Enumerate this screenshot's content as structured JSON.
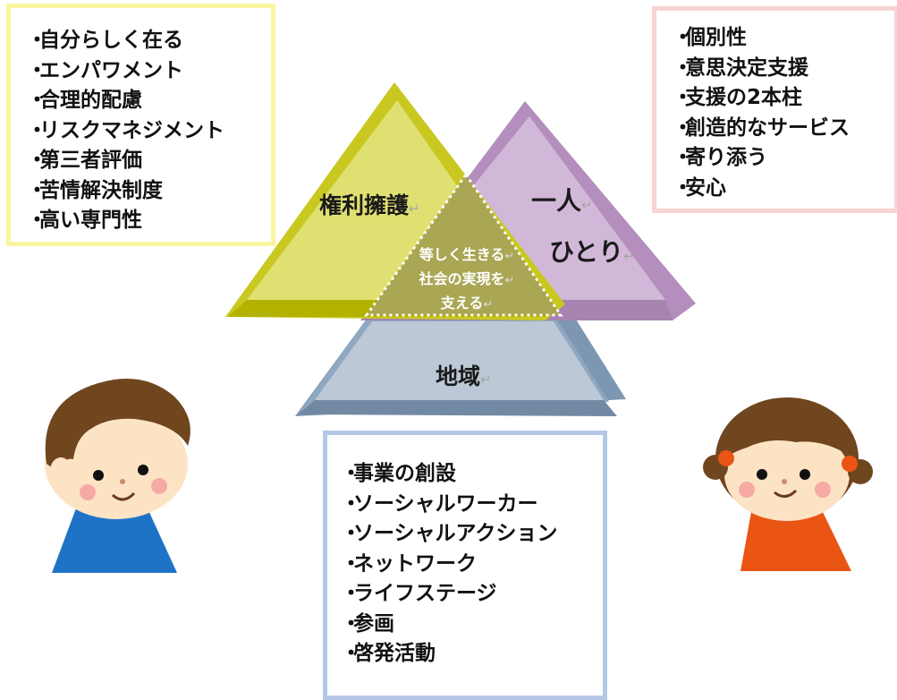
{
  "left_box": {
    "items": [
      "自分らしく在る",
      "エンパワメント",
      "合理的配慮",
      "リスクマネジメント",
      "第三者評価",
      "苦情解決制度",
      "高い専門性"
    ],
    "border_color": "#faf5a0"
  },
  "right_box": {
    "items": [
      "個別性",
      "意思決定支援",
      "支援の2本柱",
      "創造的なサービス",
      "寄り添う",
      "安心"
    ],
    "border_color": "#f8d3d3"
  },
  "bottom_box": {
    "items": [
      "事業の創設",
      "ソーシャルワーカー",
      "ソーシャルアクション",
      "ネットワーク",
      "ライフステージ",
      "参画",
      "啓発活動"
    ],
    "border_color": "#b4c7e7"
  },
  "bullet": "・",
  "return_mark": "↵",
  "triangles": {
    "rights": {
      "label": "権利擁護",
      "color": "#dcdc6e"
    },
    "person": {
      "label": "一人",
      "label2": "ひとり",
      "color": "#d2b8d8"
    },
    "community": {
      "label": "地域",
      "color": "#b8c5d6"
    }
  },
  "center": {
    "line1": "等しく生きる",
    "line2": "社会の実現を",
    "line3": "支える"
  },
  "illustrations": [
    "boy",
    "girl"
  ]
}
